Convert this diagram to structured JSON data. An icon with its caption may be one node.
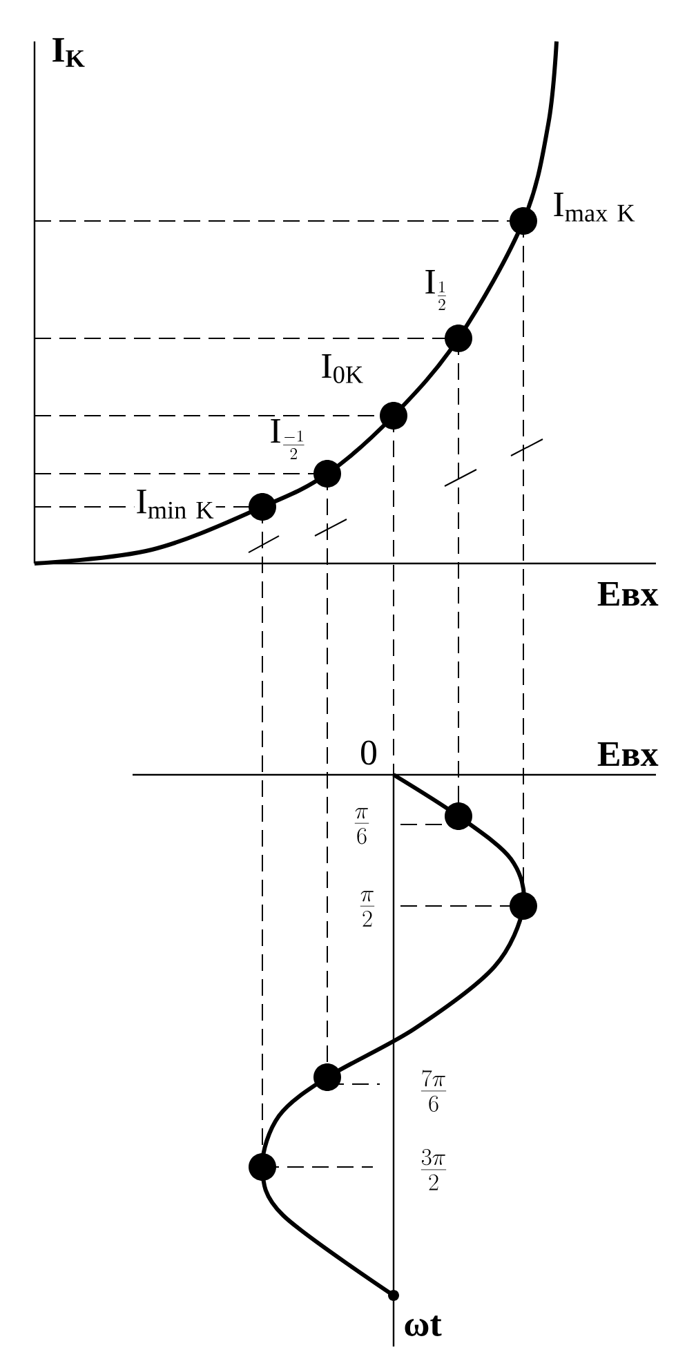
{
  "diagram": {
    "labels": [
      "\\mathbf{I}_{\\mathbf{K}}",
      "\\mathrm{I}_{\\mathrm{max\\ K}}",
      "\\mathrm{I}_{\\frac{1}{2}}",
      "\\mathrm{I}_{\\mathrm{0K}}",
      "\\mathrm{I}_{\\frac{-1}{2}}",
      "\\mathrm{I}_{\\mathrm{min\\ K}}",
      "Eвх",
      "0",
      "Eвх",
      "\\frac{\\pi}{6}",
      "\\frac{\\pi}{2}",
      "\\frac{7\\pi}{6}",
      "\\frac{3\\pi}{2}",
      "ωt"
    ]
  }
}
